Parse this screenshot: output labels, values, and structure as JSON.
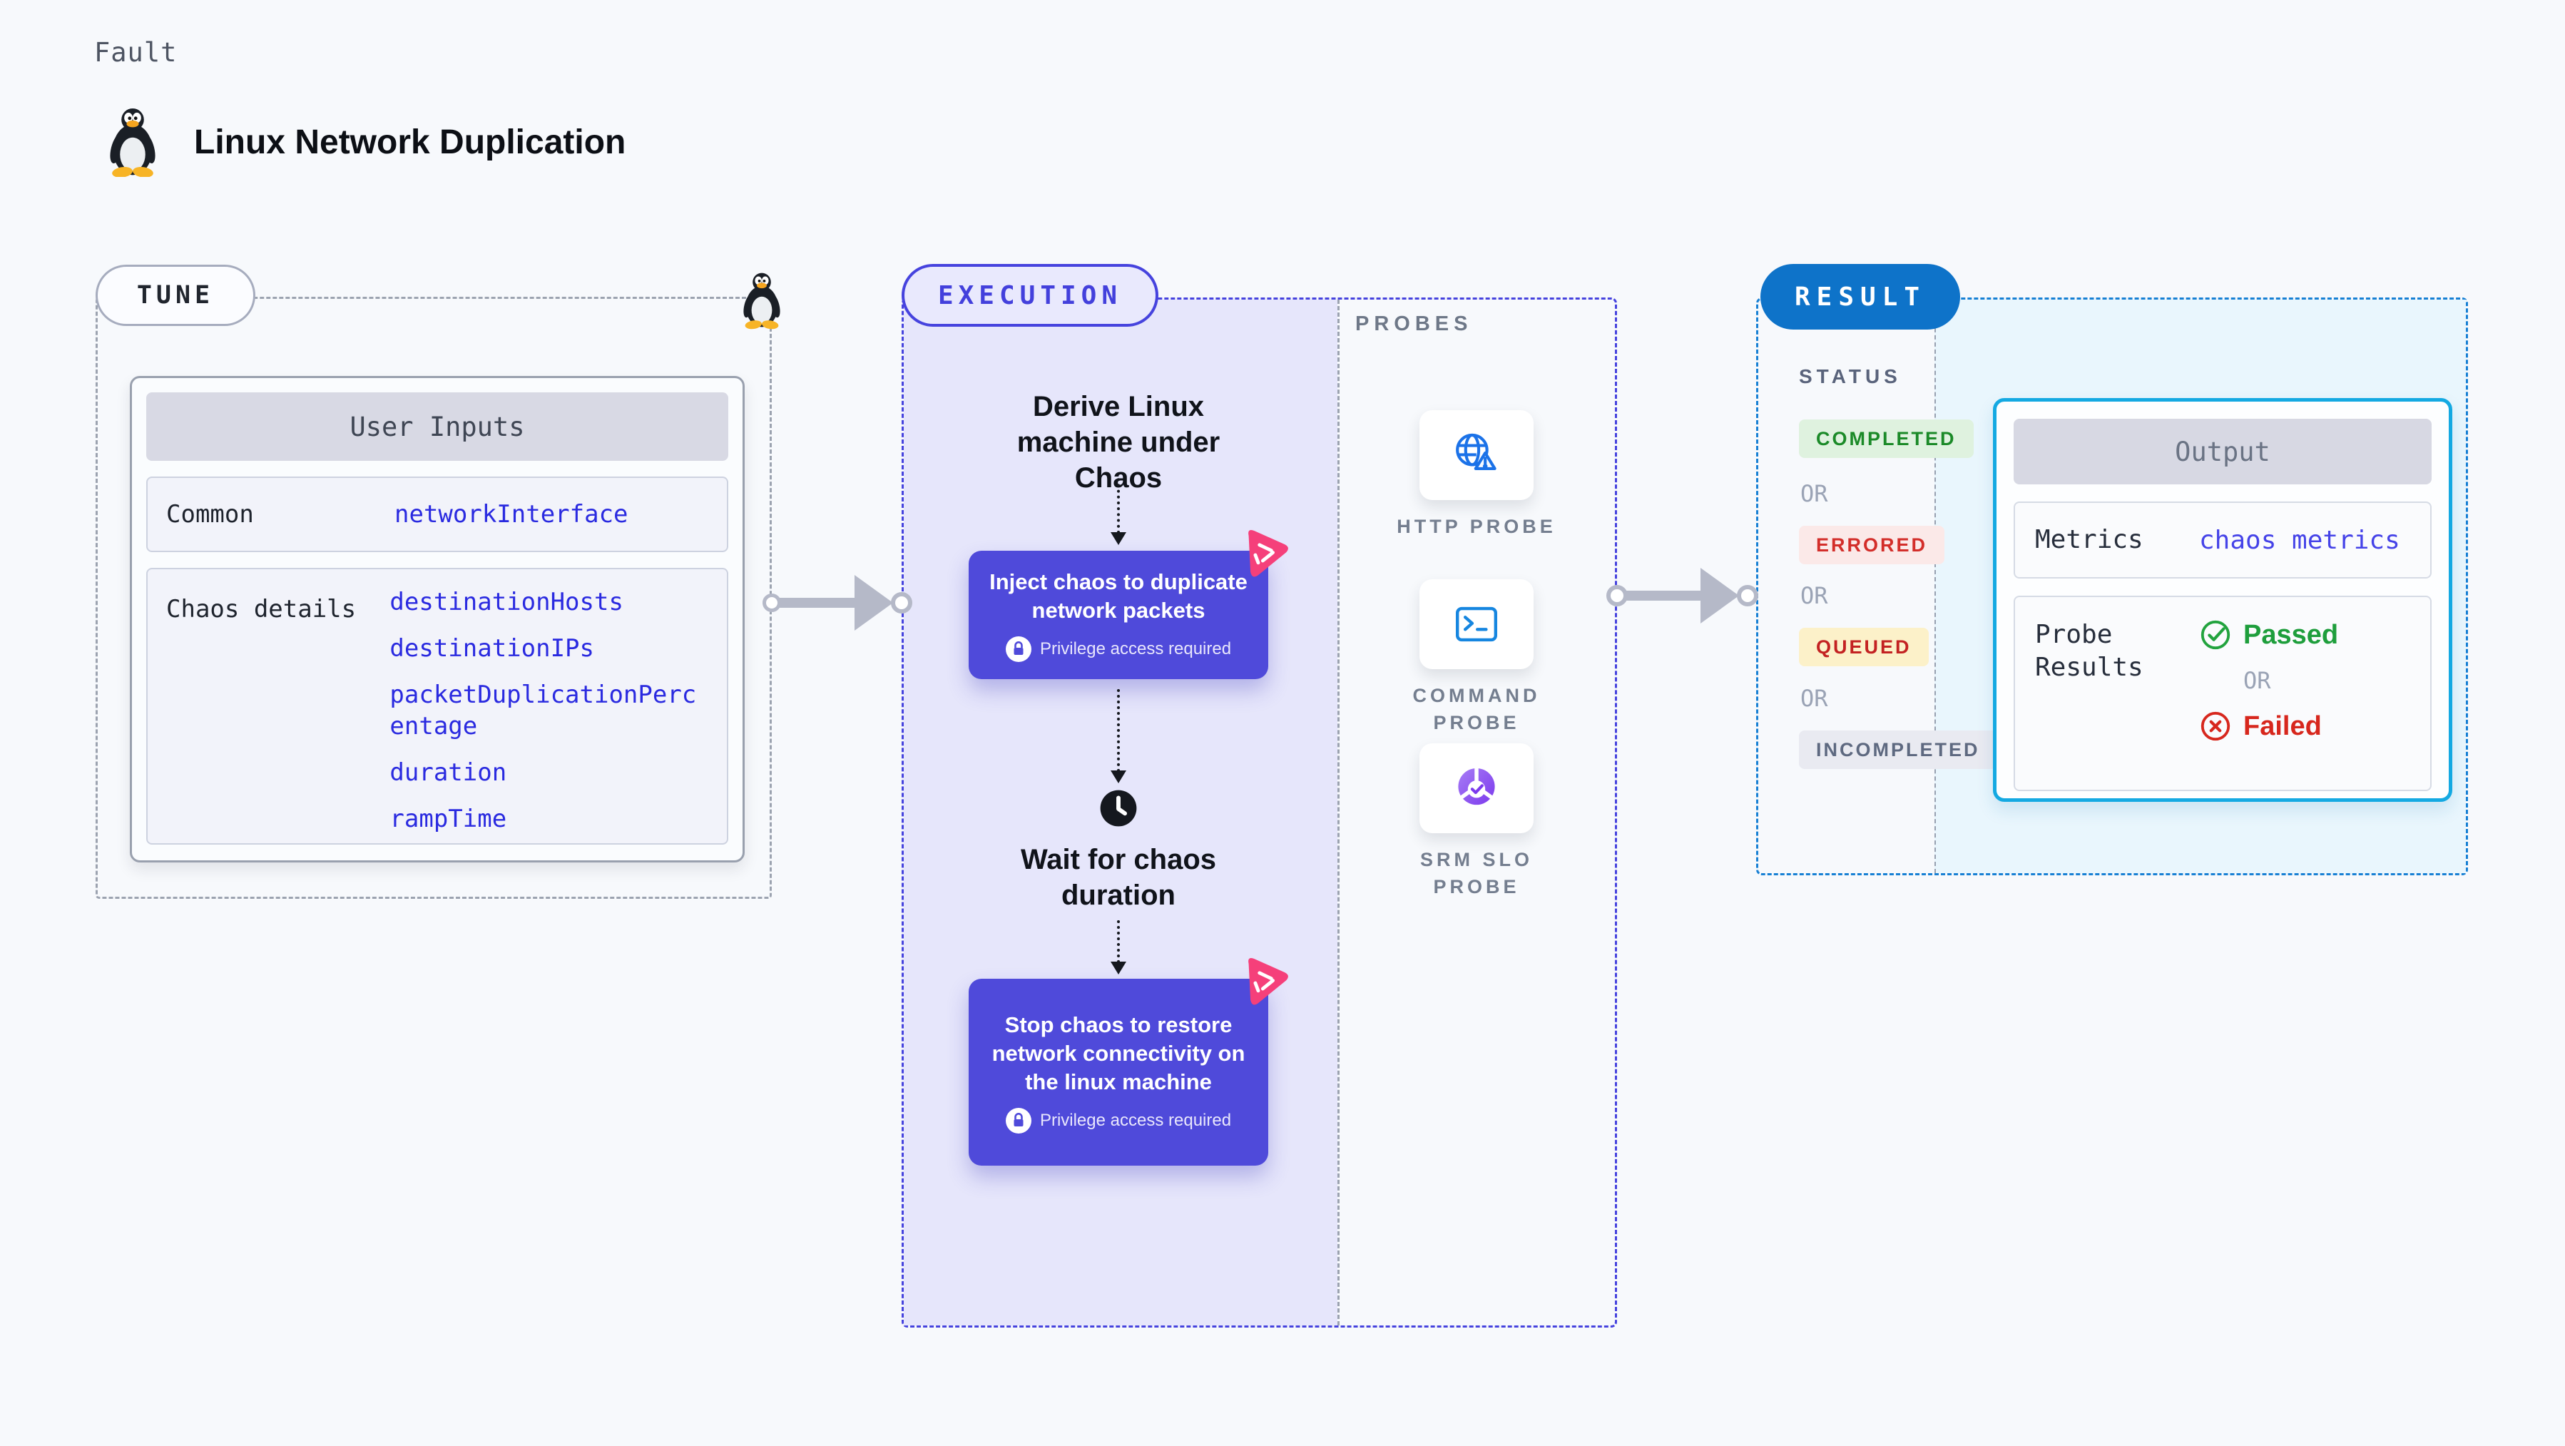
{
  "header": {
    "kicker": "Fault",
    "title": "Linux Network Duplication",
    "icon": "tux-penguin-icon"
  },
  "tune": {
    "pill": "TUNE",
    "icon": "tux-penguin-icon",
    "card": {
      "title": "User Inputs",
      "rows": [
        {
          "label": "Common",
          "values": [
            "networkInterface"
          ]
        },
        {
          "label": "Chaos details",
          "values": [
            "destinationHosts",
            "destinationIPs",
            "packetDuplicationPercentage",
            "duration",
            "rampTime"
          ]
        }
      ]
    }
  },
  "execution": {
    "pill": "EXECUTION",
    "derive_label": "Derive Linux machine under Chaos",
    "inject": {
      "title": "Inject chaos to duplicate network packets",
      "badge": "Privilege access required",
      "badge_icon": "lock-icon",
      "corner_icon": "chaos-badge-icon"
    },
    "wait_label": "Wait for chaos duration",
    "wait_icon": "clock-icon",
    "stop": {
      "title": "Stop chaos to restore network connectivity on the linux machine",
      "badge": "Privilege access required",
      "badge_icon": "lock-icon",
      "corner_icon": "chaos-badge-icon"
    }
  },
  "probes": {
    "heading": "PROBES",
    "items": [
      {
        "label": "HTTP PROBE",
        "icon": "globe-alert-icon"
      },
      {
        "label": "COMMAND PROBE",
        "icon": "terminal-icon"
      },
      {
        "label": "SRM SLO PROBE",
        "icon": "slo-donut-icon"
      }
    ]
  },
  "result": {
    "pill": "RESULT",
    "status_heading": "STATUS",
    "or_label": "OR",
    "statuses": [
      {
        "label": "COMPLETED",
        "fg": "#1B8A28",
        "bg": "#DFF2DF"
      },
      {
        "label": "ERRORED",
        "fg": "#D32E2A",
        "bg": "#FBE9E8"
      },
      {
        "label": "QUEUED",
        "fg": "#C32222",
        "bg": "#FCF1C9"
      },
      {
        "label": "INCOMPLETED",
        "fg": "#5E6980",
        "bg": "#E9EAF1"
      }
    ],
    "output": {
      "title": "Output",
      "metrics_label": "Metrics",
      "metrics_value": "chaos metrics",
      "probe_label": "Probe Results",
      "passed_label": "Passed",
      "passed_icon": "check-circle-icon",
      "failed_label": "Failed",
      "failed_icon": "x-circle-icon"
    }
  },
  "colors": {
    "page_bg": "#F7F9FC",
    "execution_accent": "#4643DE",
    "execution_fill": "#E6E6FB",
    "result_accent": "#1780D4",
    "result_pill_bg": "#0E73C9",
    "result_fill": "#E9F6FD",
    "output_border": "#14A9E2",
    "step_card_bg": "#4F4ADA",
    "chaos_pink": "#F5407A",
    "value_link_blue": "#2A2AE0",
    "passed_green": "#1E9E3C",
    "failed_red": "#D7271D",
    "connector_gray": "#B5B9C8"
  }
}
